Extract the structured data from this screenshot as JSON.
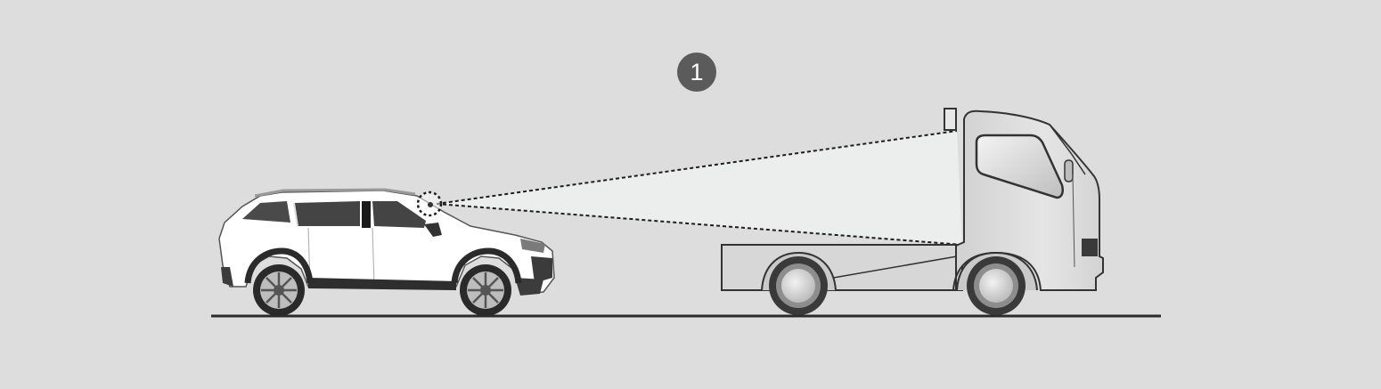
{
  "callout": {
    "number": "1"
  },
  "colors": {
    "background": "#dcdddc",
    "badge": "#5b5b5b",
    "badge_text": "#ffffff",
    "ground": "#2a2a2a",
    "beam": "#eceeed",
    "car_body": "#ffffff",
    "truck_body": "#d6d7d6"
  },
  "icons": {
    "car": "suv-side-view",
    "truck": "flatbed-truck-side-view",
    "camera": "front-camera-dashed-circle",
    "beam": "camera-detection-beam"
  }
}
